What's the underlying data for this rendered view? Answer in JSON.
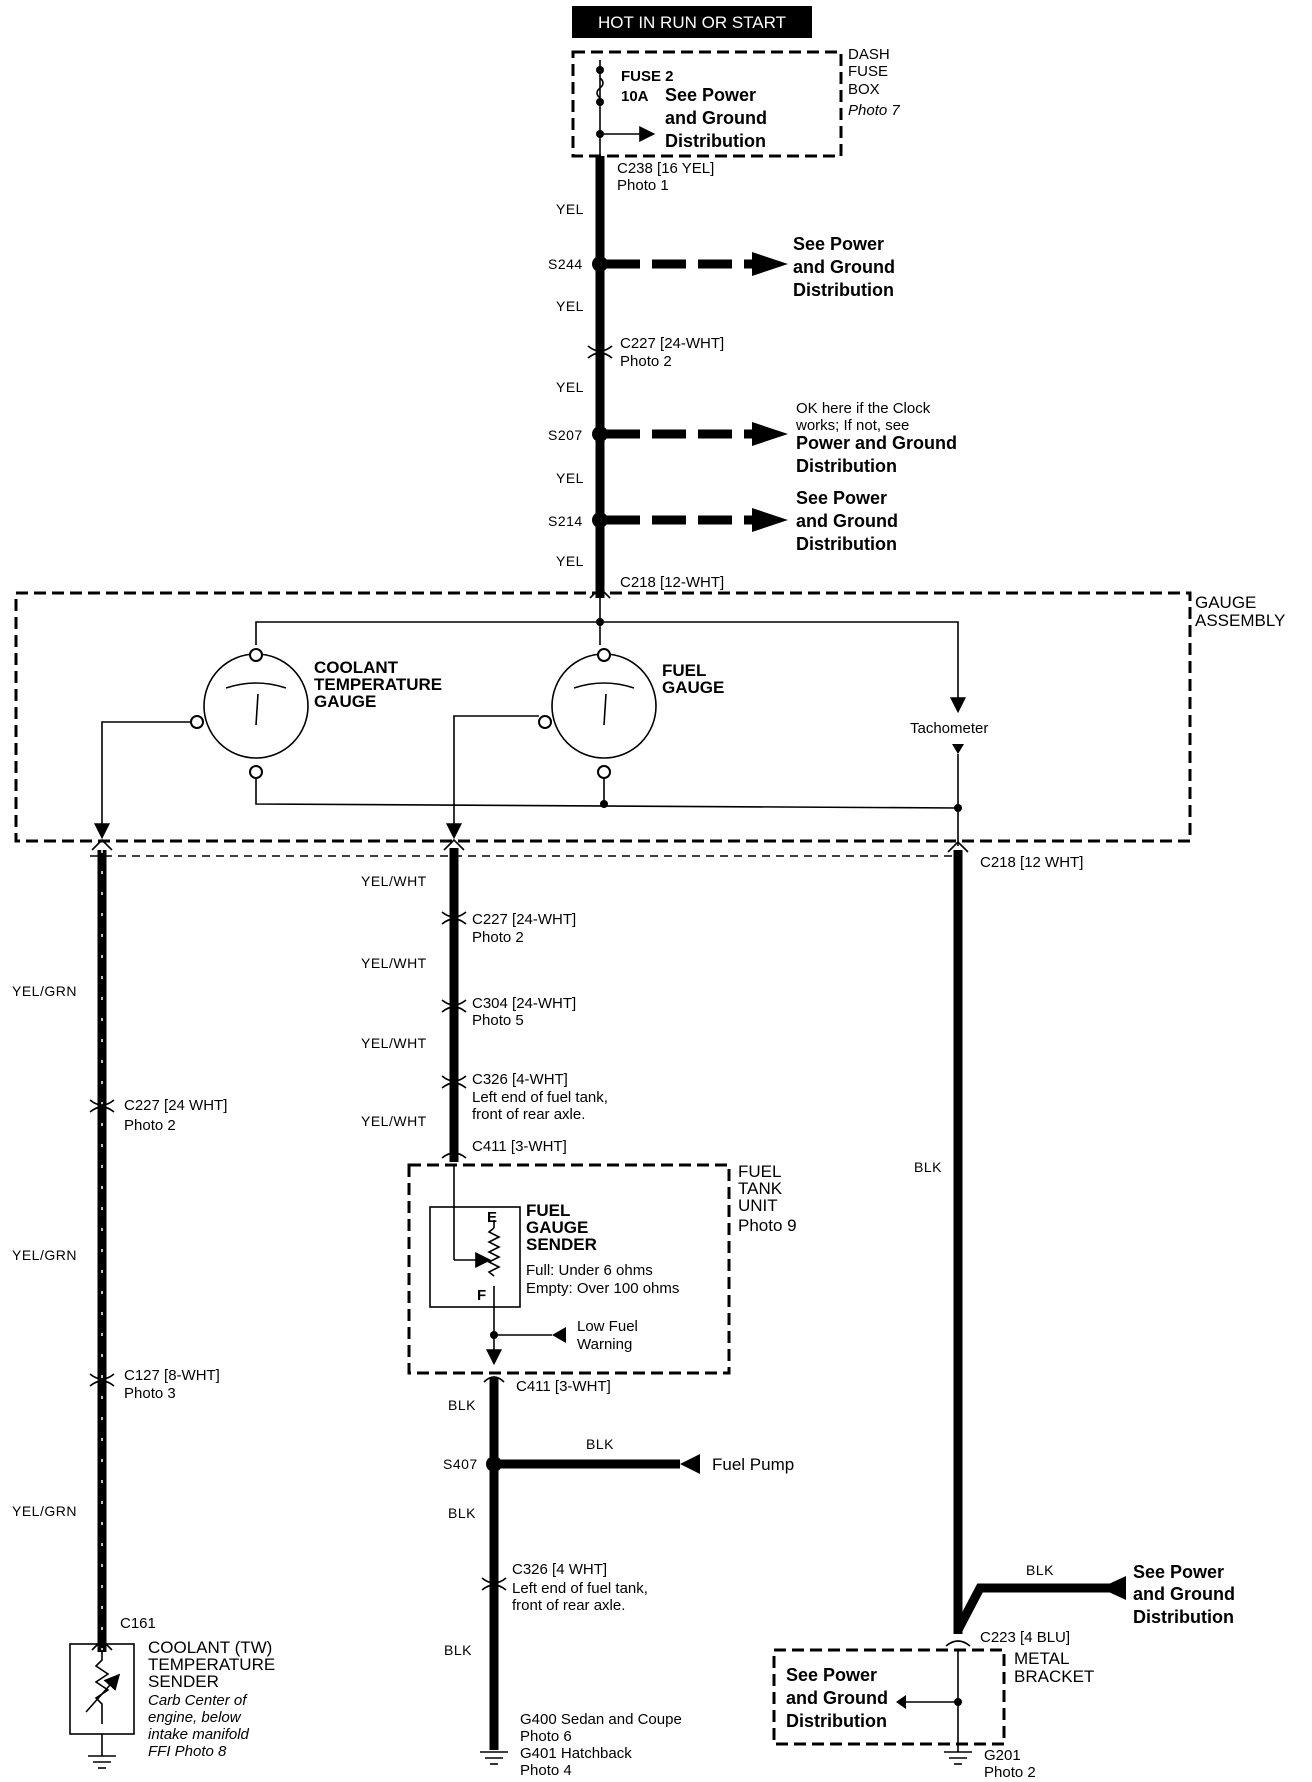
{
  "header": {
    "power": "HOT IN RUN OR START"
  },
  "fuse_box": {
    "label": [
      "DASH",
      "FUSE",
      "BOX"
    ],
    "photo": "Photo 7",
    "fuse": "FUSE 2",
    "rating": "10A",
    "ref": [
      "See Power",
      "and Ground",
      "Distribution"
    ]
  },
  "connectors": {
    "c238": [
      "C238 [16 YEL]",
      "Photo 1"
    ],
    "c227_top": [
      "C227 [24-WHT]",
      "Photo 2"
    ],
    "c218_top": "C218 [12-WHT]",
    "c218_bot": "C218 [12 WHT]",
    "c227_mid": [
      "C227 [24-WHT]",
      "Photo 2"
    ],
    "c304": [
      "C304 [24-WHT]",
      "Photo 5"
    ],
    "c326_top": [
      "C326 [4-WHT]",
      "Left end of fuel tank,",
      "front of rear axle."
    ],
    "c411_top": "C411 [3-WHT]",
    "c411_bot": "C411 [3-WHT]",
    "c326_bot": [
      "C326 [4 WHT]",
      "Left end of fuel tank,",
      "front of rear axle."
    ],
    "c227_left": [
      "C227 [24 WHT]",
      "Photo 2"
    ],
    "c127": [
      "C127 [8-WHT]",
      "Photo 3"
    ],
    "c161": "C161",
    "c223": "C223 [4 BLU]"
  },
  "splices": {
    "s244": "S244",
    "s207": "S207",
    "s214": "S214",
    "s407": "S407"
  },
  "wire_colors": {
    "yel": "YEL",
    "yel_wht": "YEL/WHT",
    "yel_grn": "YEL/GRN",
    "blk": "BLK"
  },
  "refs": {
    "s244": [
      "See Power",
      "and Ground",
      "Distribution"
    ],
    "s207": [
      "OK here if the Clock",
      "works; If not, see",
      "Power and Ground",
      "Distribution"
    ],
    "s214": [
      "See Power",
      "and Ground",
      "Distribution"
    ],
    "c223": [
      "See Power",
      "and Ground",
      "Distribution"
    ],
    "bracket": [
      "See Power",
      "and Ground",
      "Distribution"
    ]
  },
  "gauge_assembly": {
    "label": [
      "GAUGE",
      "ASSEMBLY"
    ],
    "coolant": [
      "COOLANT",
      "TEMPERATURE",
      "GAUGE"
    ],
    "fuel": [
      "FUEL",
      "GAUGE"
    ],
    "tach": "Tachometer"
  },
  "fuel_tank": {
    "label": [
      "FUEL",
      "TANK",
      "UNIT",
      "Photo 9"
    ],
    "sender": [
      "FUEL",
      "GAUGE",
      "SENDER"
    ],
    "spec": [
      "Full: Under 6 ohms",
      "Empty: Over 100 ohms"
    ],
    "e": "E",
    "f": "F",
    "low_fuel": [
      "Low Fuel",
      "Warning"
    ]
  },
  "fuel_pump": "Fuel Pump",
  "coolant_sender": [
    "COOLANT (TW)",
    "TEMPERATURE",
    "SENDER",
    "Carb Center of",
    "engine, below",
    "intake manifold",
    "FFI Photo 8"
  ],
  "grounds": {
    "g400": [
      "G400 Sedan and Coupe",
      "Photo 6",
      "G401 Hatchback",
      "Photo 4"
    ],
    "g201": [
      "G201",
      "Photo 2"
    ]
  },
  "metal_bracket": [
    "METAL",
    "BRACKET"
  ]
}
